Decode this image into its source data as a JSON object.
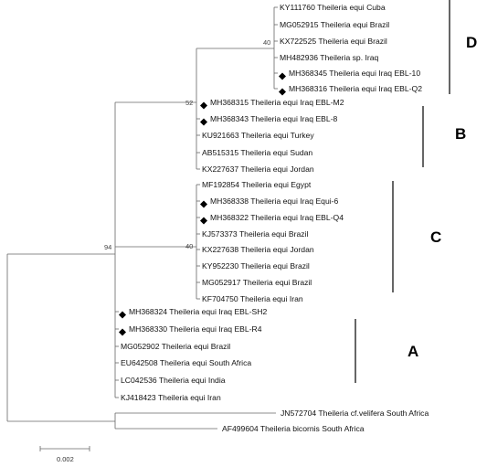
{
  "leaves": [
    {
      "text": "KY111760 Theileria equi Cuba",
      "marker": false
    },
    {
      "text": "MG052915 Theileria equi Brazil",
      "marker": false
    },
    {
      "text": "KX722525 Theileria equi Brazil",
      "marker": false
    },
    {
      "text": "MH482936 Theileria sp. Iraq",
      "marker": false
    },
    {
      "text": "MH368345 Theileria equi Iraq EBL-10",
      "marker": true
    },
    {
      "text": "MH368316 Theileria equi Iraq EBL-Q2",
      "marker": true
    },
    {
      "text": "MH368315 Theileria equi Iraq EBL-M2",
      "marker": true
    },
    {
      "text": "MH368343 Theileria equi Iraq EBL-8",
      "marker": true
    },
    {
      "text": "KU921663 Theileria equi Turkey",
      "marker": false
    },
    {
      "text": "AB515315 Theileria equi Sudan",
      "marker": false
    },
    {
      "text": "KX227637 Theileria equi Jordan",
      "marker": false
    },
    {
      "text": "MF192854 Theileria equi Egypt",
      "marker": false
    },
    {
      "text": "MH368338 Theileria equi Iraq Equi-6",
      "marker": true
    },
    {
      "text": "MH368322 Theileria equi Iraq EBL-Q4",
      "marker": true
    },
    {
      "text": "KJ573373 Theileria equi Brazil",
      "marker": false
    },
    {
      "text": "KX227638 Theileria equi Jordan",
      "marker": false
    },
    {
      "text": "KY952230 Theileria equi Brazil",
      "marker": false
    },
    {
      "text": "MG052917 Theileria equi Brazil",
      "marker": false
    },
    {
      "text": "KF704750 Theileria equi Iran",
      "marker": false
    },
    {
      "text": "MH368324 Theileria equi Iraq EBL-SH2",
      "marker": true
    },
    {
      "text": "MH368330 Theileria equi Iraq EBL-R4",
      "marker": true
    },
    {
      "text": "MG052902 Theileria equi Brazil",
      "marker": false
    },
    {
      "text": "EU642508 Theileria equi South Africa",
      "marker": false
    },
    {
      "text": "LC042536 Theileria equi India",
      "marker": false
    },
    {
      "text": "KJ418423 Theileria equi Iran",
      "marker": false
    },
    {
      "text": "JN572704 Theileria cf.velifera South Africa",
      "marker": false
    },
    {
      "text": "AF499604 Theileria bicornis South Africa",
      "marker": false
    }
  ],
  "bootstrap": [
    "40",
    "52",
    "40",
    "94"
  ],
  "clades": [
    "D",
    "B",
    "C",
    "A"
  ],
  "scale_bar": {
    "label": "0.002"
  }
}
